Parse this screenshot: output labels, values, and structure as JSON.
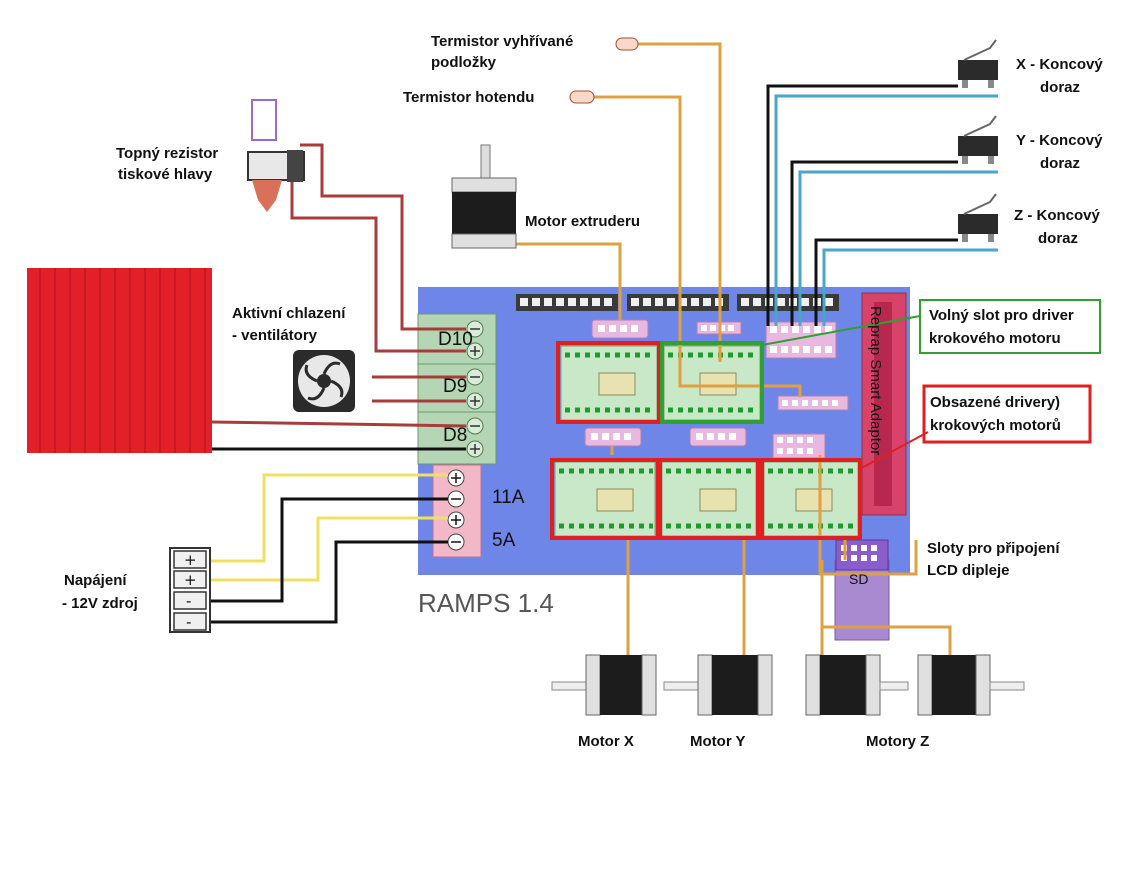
{
  "board": {
    "name": "RAMPS 1.4",
    "terminals": {
      "d10": "D10",
      "d9": "D9",
      "d8": "D8"
    },
    "power_inputs": {
      "a11": "11A",
      "a5": "5A"
    },
    "sd_label": "SD",
    "adaptor_label": "Reprap Smart Adaptor"
  },
  "labels": {
    "termistor_podlozky_1": "Termistor vyhřívané",
    "termistor_podlozky_2": "podložky",
    "termistor_hotendu": "Termistor hotendu",
    "topny_rezistor_1": "Topný rezistor",
    "topny_rezistor_2": "tiskové hlavy",
    "motor_extruderu": "Motor extruderu",
    "aktivni_chlazeni_1": "Aktivní chlazení",
    "aktivni_chlazeni_2": "- ventilátory",
    "x_endstop_1": "X - Koncový",
    "x_endstop_2": "doraz",
    "y_endstop_1": "Y - Koncový",
    "y_endstop_2": "doraz",
    "z_endstop_1": "Z - Koncový",
    "z_endstop_2": "doraz",
    "volny_slot_1": "Volný slot pro driver",
    "volny_slot_2": "krokového motoru",
    "obsazene_1": "Obsazené drivery)",
    "obsazene_2": "krokových motorů",
    "sloty_lcd_1": "Sloty pro připojení",
    "sloty_lcd_2": "LCD dipleje",
    "napajeni_1": "Napájení",
    "napajeni_2": "- 12V zdroj",
    "motor_x": "Motor X",
    "motor_y": "Motor Y",
    "motory_z": "Motory Z"
  },
  "psu_terminals": [
    "+",
    "+",
    "-",
    "-"
  ],
  "colors": {
    "board": "#6f86e9",
    "wire_orange": "#e0a040",
    "wire_red": "#a83c3c",
    "wire_yellow": "#f0e060",
    "wire_blue": "#4aa6c8",
    "heated_bed": "#e2202a",
    "highlight_red": "#e02020",
    "highlight_green": "#30a030"
  }
}
